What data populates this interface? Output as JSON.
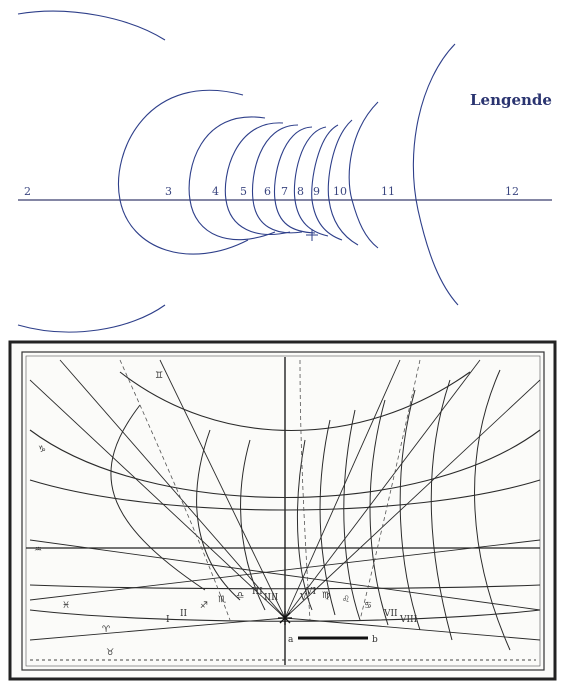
{
  "top_diagram": {
    "legend_text": "Lengende",
    "hour_labels": [
      "2",
      "3",
      "4",
      "5",
      "6",
      "7",
      "8",
      "9",
      "10",
      "11",
      "12"
    ],
    "line_color": "#2e3f8a"
  },
  "bottom_engraving": {
    "left_margin_marks": [
      "♑",
      "♒",
      "♓",
      "♈",
      "♉",
      "♊"
    ],
    "arc_marks": [
      "♐",
      "♏",
      "♎",
      "♍",
      "♌",
      "♋"
    ],
    "lower_marks": [
      "I",
      "II",
      "III",
      "IIII",
      "V",
      "VI",
      "VII",
      "VIII"
    ],
    "gnomon_line_labels": [
      "a",
      "b"
    ],
    "ink_color": "#2b2b2b"
  }
}
